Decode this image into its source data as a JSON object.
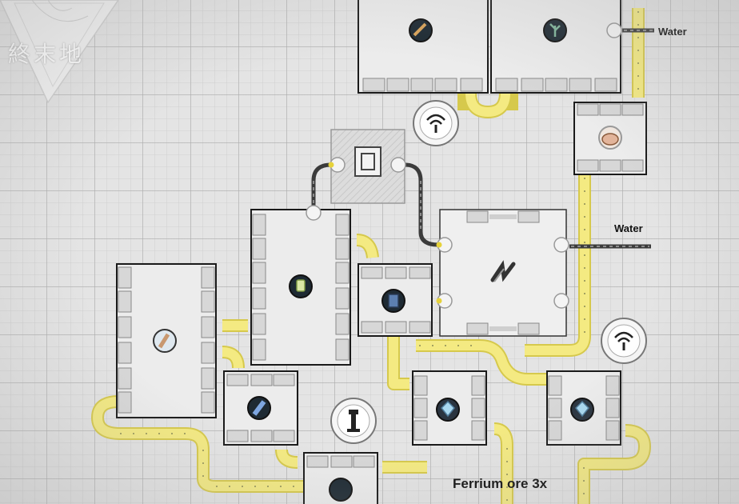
{
  "labels": {
    "water_top": "Water",
    "water_mid": "Water",
    "caption": "Ferrium ore 3x"
  },
  "logo": {
    "text": "終末地",
    "icon": "endfield-logo"
  },
  "colors": {
    "conveyor": "#f3e97a",
    "conveyor_edge": "#d9cd4e",
    "pipe": "#3c3c3c",
    "machine_border": "#1c1c1c",
    "machine_fill": "#eeeeee",
    "slot_fill": "#d9d9d9"
  },
  "items": [
    "refined-crystal-icon",
    "plant-sapling-icon",
    "seed-pouch-icon",
    "amethyst-bottle-icon",
    "blue-crystal-part-icon",
    "ferrium-component-icon",
    "ore-cluster-icon",
    "ore-cluster-icon",
    "ferrium-ore-icon"
  ],
  "structures": [
    "electric-pylon-icon",
    "electric-pylon-icon",
    "relay-tower-icon",
    "depot-hub-icon",
    "protocol-core-icon"
  ]
}
